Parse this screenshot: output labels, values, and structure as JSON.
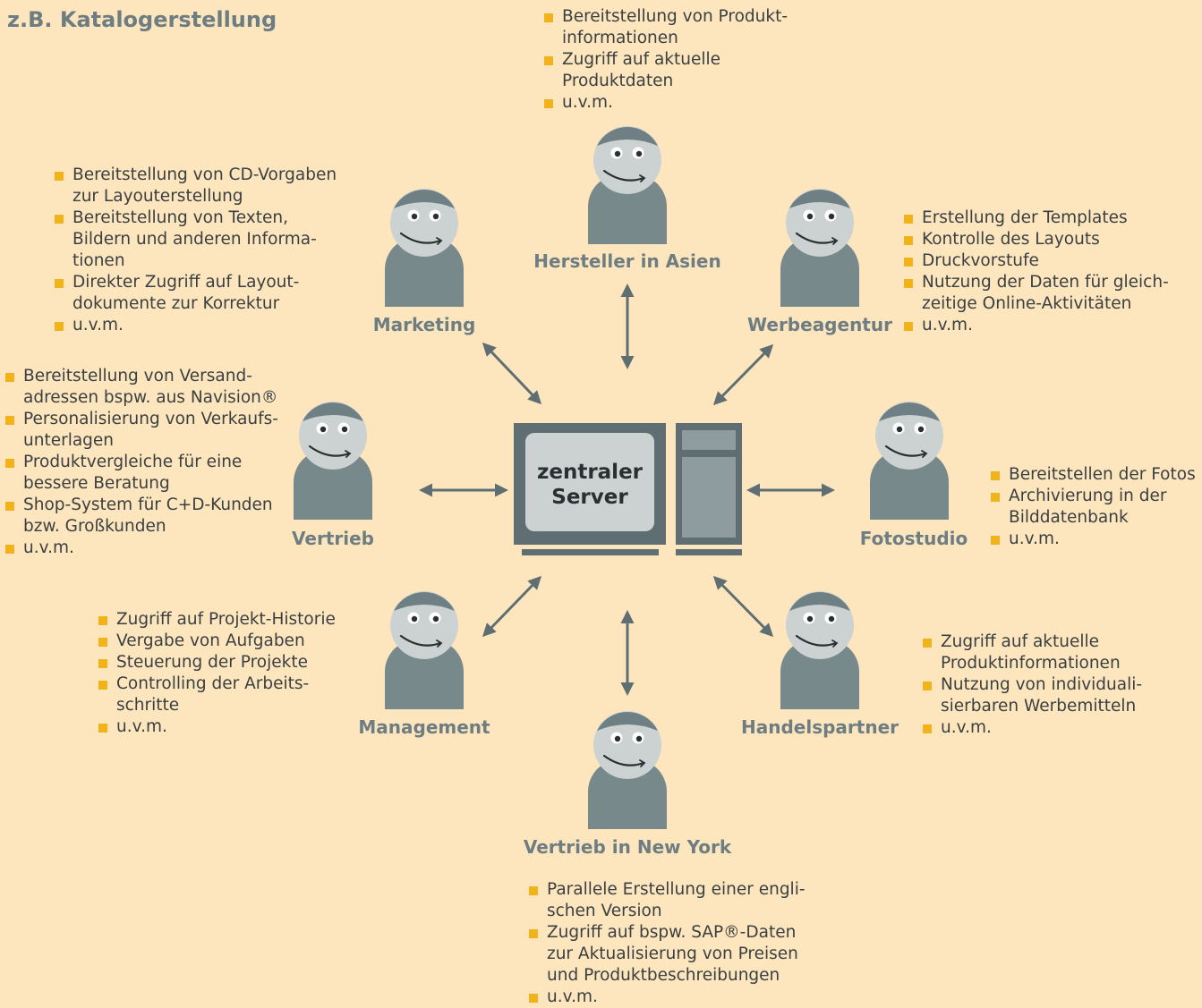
{
  "title": "z.B. Katalogerstellung",
  "server": {
    "line1": "zentraler",
    "line2": "Server"
  },
  "colors": {
    "background": "#fde6bd",
    "figure_head": "#ccd1d2",
    "figure_body": "#78898c",
    "role_label": "#6d7d82",
    "bullet": "#f1b21a",
    "arrow": "#5f6e72",
    "server_frame": "#5f6e72",
    "server_screen": "#ccd1d2"
  },
  "roles": {
    "hersteller": {
      "label": "Hersteller in Asien",
      "items": [
        [
          "Bereitstellung von Produkt-",
          "informationen"
        ],
        [
          "Zugriff auf aktuelle",
          "Produktdaten"
        ],
        [
          "u.v.m."
        ]
      ]
    },
    "marketing": {
      "label": "Marketing",
      "items": [
        [
          "Bereitstellung von CD-Vorgaben",
          "zur Layouterstellung"
        ],
        [
          "Bereitstellung von Texten,",
          "Bildern und anderen Informa-",
          "tionen"
        ],
        [
          "Direkter Zugriff auf Layout-",
          "dokumente zur Korrektur"
        ],
        [
          "u.v.m."
        ]
      ]
    },
    "werbeagentur": {
      "label": "Werbeagentur",
      "items": [
        [
          "Erstellung der Templates"
        ],
        [
          "Kontrolle des Layouts"
        ],
        [
          "Druckvorstufe"
        ],
        [
          "Nutzung der Daten für gleich-",
          "zeitige Online-Aktivitäten"
        ],
        [
          "u.v.m."
        ]
      ]
    },
    "vertrieb": {
      "label": "Vertrieb",
      "items": [
        [
          "Bereitstellung von Versand-",
          "adressen bspw. aus Navision®"
        ],
        [
          "Personalisierung von Verkaufs-",
          "unterlagen"
        ],
        [
          "Produktvergleiche für eine",
          "bessere Beratung"
        ],
        [
          "Shop-System für C+D-Kunden",
          "bzw. Großkunden"
        ],
        [
          "u.v.m."
        ]
      ]
    },
    "fotostudio": {
      "label": "Fotostudio",
      "items": [
        [
          "Bereitstellen der Fotos"
        ],
        [
          "Archivierung in der",
          "Bilddatenbank"
        ],
        [
          "u.v.m."
        ]
      ]
    },
    "management": {
      "label": "Management",
      "items": [
        [
          "Zugriff auf Projekt-Historie"
        ],
        [
          "Vergabe von Aufgaben"
        ],
        [
          "Steuerung der Projekte"
        ],
        [
          "Controlling der Arbeits-",
          "schritte"
        ],
        [
          "u.v.m."
        ]
      ]
    },
    "handelspartner": {
      "label": "Handelspartner",
      "items": [
        [
          "Zugriff auf aktuelle",
          "Produktinformationen"
        ],
        [
          "Nutzung von individuali-",
          "sierbaren Werbemitteln"
        ],
        [
          "u.v.m."
        ]
      ]
    },
    "newyork": {
      "label": "Vertrieb in New York",
      "items": [
        [
          "Parallele Erstellung einer engli-",
          "schen Version"
        ],
        [
          "Zugriff auf bspw. SAP®-Daten",
          "zur Aktualisierung von Preisen",
          "und Produktbeschreibungen"
        ],
        [
          "u.v.m."
        ]
      ]
    }
  }
}
